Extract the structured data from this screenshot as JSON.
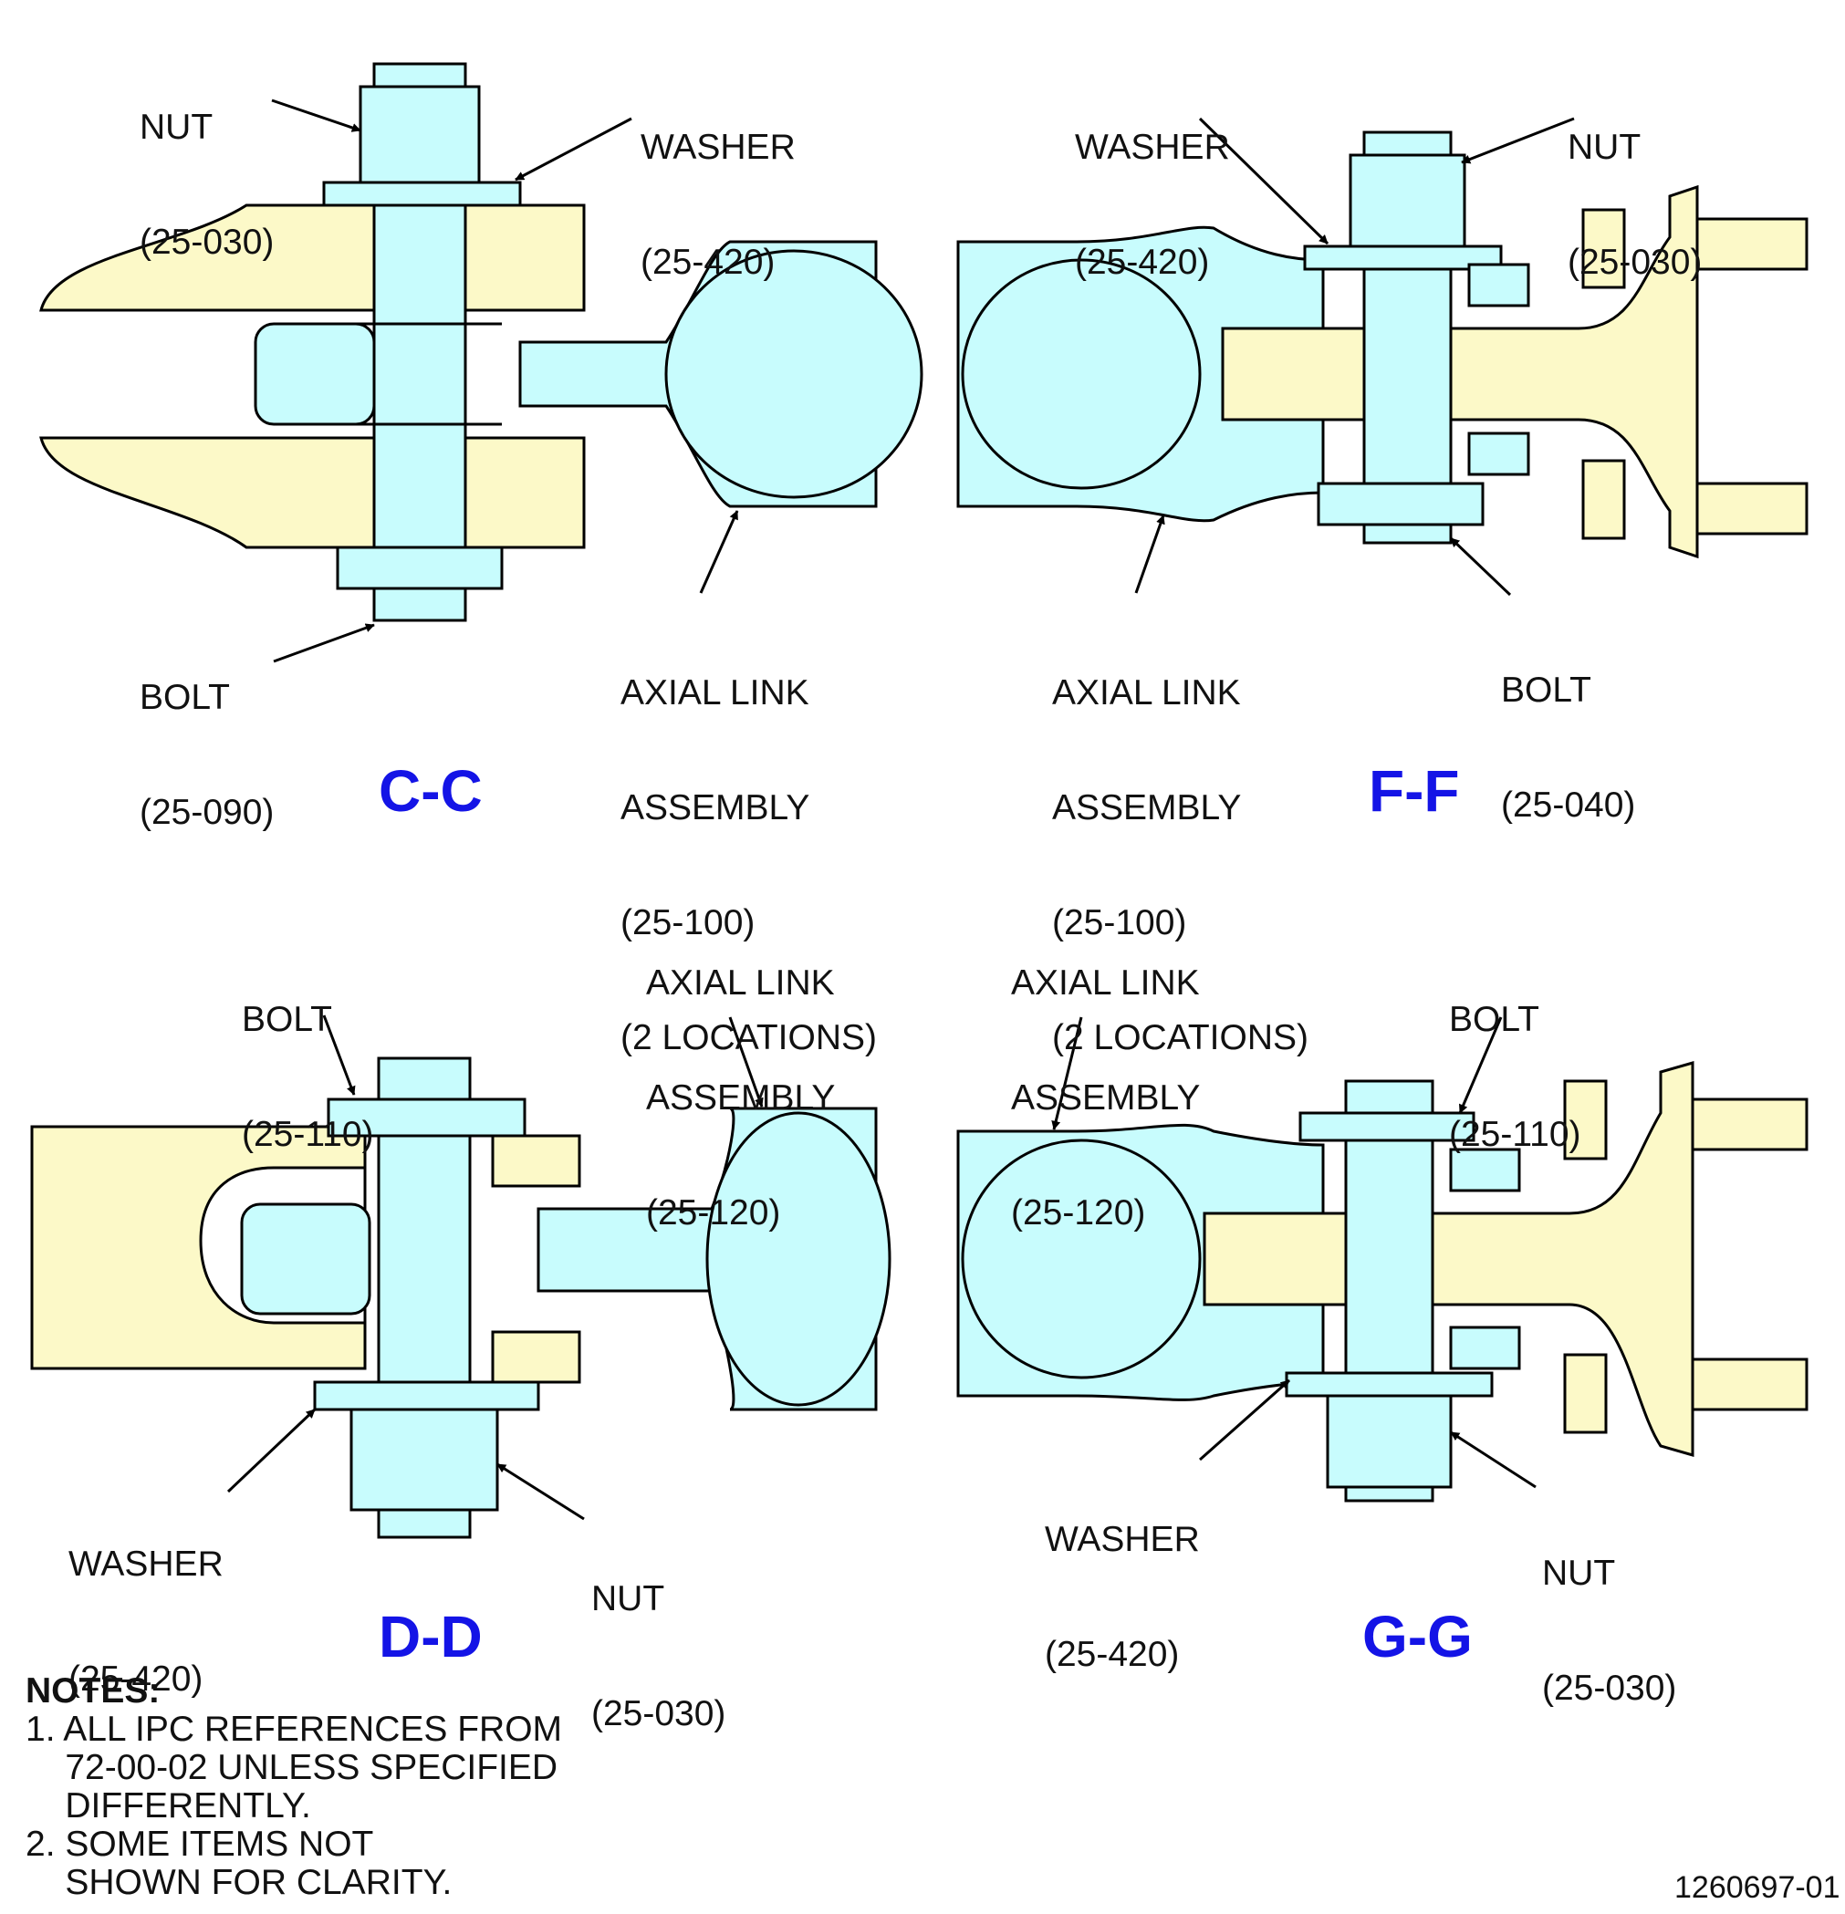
{
  "views": {
    "cc": {
      "title": "C-C",
      "nut": [
        "NUT",
        "(25-030)"
      ],
      "washer": [
        "WASHER",
        "(25-420)"
      ],
      "bolt": [
        "BOLT",
        "(25-090)"
      ],
      "link": [
        "AXIAL LINK",
        "ASSEMBLY",
        "(25-100)",
        "(2 LOCATIONS)"
      ]
    },
    "ff": {
      "title": "F-F",
      "washer": [
        "WASHER",
        "(25-420)"
      ],
      "nut": [
        "NUT",
        "(25-030)"
      ],
      "bolt": [
        "BOLT",
        "(25-040)"
      ],
      "link": [
        "AXIAL LINK",
        "ASSEMBLY",
        "(25-100)",
        "(2 LOCATIONS)"
      ]
    },
    "dd": {
      "title": "D-D",
      "bolt": [
        "BOLT",
        "(25-110)"
      ],
      "link": [
        "AXIAL LINK",
        "ASSEMBLY",
        "(25-120)"
      ],
      "washer": [
        "WASHER",
        "(25-420)"
      ],
      "nut": [
        "NUT",
        "(25-030)"
      ]
    },
    "gg": {
      "title": "G-G",
      "link": [
        "AXIAL LINK",
        "ASSEMBLY",
        "(25-120)"
      ],
      "bolt": [
        "BOLT",
        "(25-110)"
      ],
      "washer": [
        "WASHER",
        "(25-420)"
      ],
      "nut": [
        "NUT",
        "(25-030)"
      ]
    }
  },
  "notes": {
    "title": "NOTES:",
    "items": [
      "1. ALL IPC REFERENCES FROM",
      "    72-00-02 UNLESS SPECIFIED",
      "    DIFFERENTLY.",
      "2. SOME ITEMS NOT",
      "    SHOWN FOR CLARITY."
    ]
  },
  "doc_id": "1260697-01",
  "colors": {
    "part_blue": "#c8fcfd",
    "part_yellow": "#fcf9c8",
    "section_title": "#1414e6"
  }
}
